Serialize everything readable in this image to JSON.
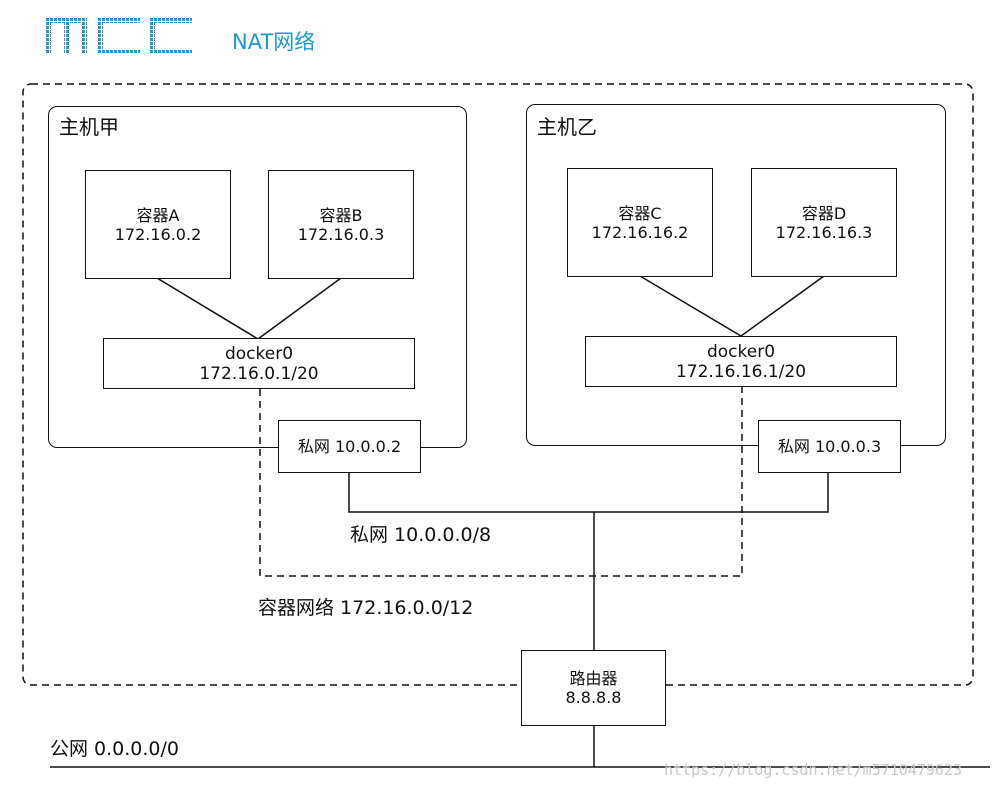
{
  "header": {
    "logo_name": "MCC",
    "title": "NAT网络"
  },
  "hosts": [
    {
      "label": "主机甲",
      "containers": [
        {
          "name": "容器A",
          "ip": "172.16.0.2"
        },
        {
          "name": "容器B",
          "ip": "172.16.0.3"
        }
      ],
      "bridge": {
        "name": "docker0",
        "ip": "172.16.0.1/20"
      },
      "nic": "私网 10.0.0.2"
    },
    {
      "label": "主机乙",
      "containers": [
        {
          "name": "容器C",
          "ip": "172.16.16.2"
        },
        {
          "name": "容器D",
          "ip": "172.16.16.3"
        }
      ],
      "bridge": {
        "name": "docker0",
        "ip": "172.16.16.1/20"
      },
      "nic": "私网 10.0.0.3"
    }
  ],
  "networks": {
    "private": "私网 10.0.0.0/8",
    "container": "容器网络 172.16.0.0/12",
    "public": "公网 0.0.0.0/0"
  },
  "router": {
    "name": "路由器",
    "ip": "8.8.8.8"
  },
  "watermark": "https://blog.csdn.net/m5710479623",
  "colors": {
    "logo": "#1e9ad6",
    "line": "#111111",
    "watermark": "#c8c8c8"
  }
}
